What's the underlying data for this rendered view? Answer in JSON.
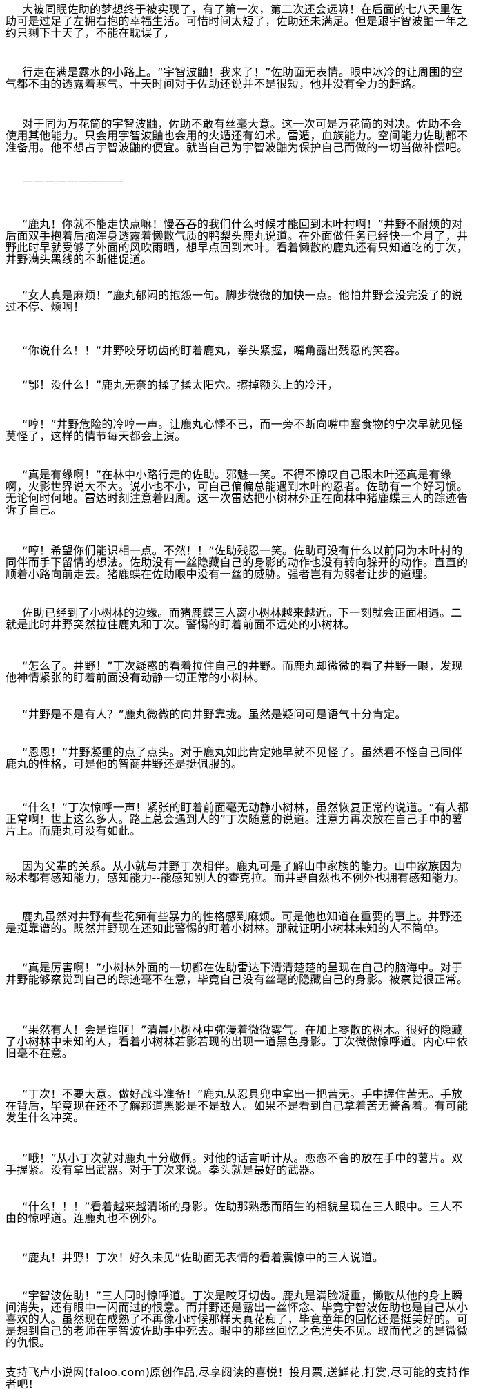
{
  "paragraphs": [
    "大被同眠佐助的梦想终于被实现了，有了第一次，第二次还会远嘛！在后面的七八天里佐助可是过足了左拥右抱的幸福生活。可惜时间太短了，佐助还未满足。但是跟宇智波鼬一年之约只剩下十天了，不能在耽误了，",
    "行走在满是露水的小路上。“宇智波鼬！我来了！”佐助面无表情。眼中冰冷的让周围的空气都不由的透露着寒气。十天时间对于佐助还说并不是很短，他并没有全力的赶路。",
    "对于同为万花筒的宇智波鼬，佐助不敢有丝毫大意。这一次可是万花筒的对决。佐助不会使用其他能力。只会用宇智波鼬也会用的火遁还有幻术。雷遁，血族能力。空间能力佐助都不准备用。他不想占宇智波鼬的便宜。就当自己为宇智波鼬为保护自己而做的一切当做补偿吧。",
    "—————————",
    "“鹿丸！你就不能走快点嘛！慢吞吞的我们什么时候才能回到木叶村啊！”井野不耐烦的对后面双手抱着后脑浑身透露着懒散气质的鸭梨头鹿丸说道。在外面做任务已经快一个月了，井野此时早就受够了外面的风吹雨晒，想早点回到木叶。看着懒散的鹿丸还有只知道吃的丁次，井野满头黑线的不断催促道。",
    "“女人真是麻烦！”鹿丸郁闷的抱怨一句。脚步微微的加快一点。他怕井野会没完没了的说过不停、烦啊！",
    "“你说什么！！”井野咬牙切齿的盯着鹿丸，拳头紧握，嘴角露出残忍的笑容。",
    "“鄂！没什么！”鹿丸无奈的揉了揉太阳穴。擦掉额头上的冷汗，",
    "“哼！”井野危险的冷哼一声。让鹿丸心悸不已，而一旁不断向嘴中塞食物的宁次早就见怪莫怪了，这样的情节每天都会上演。",
    "“真是有缘啊！”在林中小路行走的佐助。邪魅一笑。不得不惊叹自己跟木叶还真是有缘啊，火影世界说大不大。说小也不小，可自己偏偏总能遇到木叶的忍者。佐助有一个好习惯。无论何时何地。雷达时刻注意着四周。这一次雷达把小树林外正在向林中猪鹿蝶三人的踪迹告诉了自己。",
    "“哼！希望你们能识相一点。不然！！”佐助残忍一笑。佐助可没有什么以前同为木叶村的同伴而手下留情的想法。佐助没有一丝隐藏自己的身影的动作也没有转向躲开的动作。直直的顺着小路向前走去。猪鹿蝶在佐助眼中没有一丝的威胁。强者岂有为弱者让步的道理。",
    "佐助已经到了小树林的边缘。而猪鹿蝶三人离小树林越来越近。下一刻就会正面相遇。二就是此时井野突然拉住鹿丸和丁次。警惕的盯着前面不远处的小树林。",
    "“怎么了。井野！”丁次疑惑的看着拉住自己的井野。而鹿丸却微微的看了井野一眼，发现他神情紧张的盯着前面没有动静一切正常的小树林。",
    "“井野是不是有人？”鹿丸微微的向井野靠拢。虽然是疑问可是语气十分肯定。",
    "“恩恩！”井野凝重的点了点头。对于鹿丸如此肯定她早就不见怪了。虽然看不怪自己同伴鹿丸的性格，可是他的智商井野还是挺佩服的。",
    "“什么！”丁次惊呼一声！紧张的盯着前面毫无动静小树林，虽然恢复正常的说道。“有人都正常啊！世上这么多人。路上总会遇到人的”丁次随意的说道。注意力再次放在自己手中的薯片上。而鹿丸可没有如此。",
    "因为父辈的关系。从小就与井野丁次相伴。鹿丸可是了解山中家族的能力。山中家族因为秘术都有感知能力，感知能力--能感知别人的查克拉。而井野自然也不例外也拥有感知能力。",
    "鹿丸虽然对井野有些花痴有些暴力的性格感到麻烦。可是他也知道在重要的事上。井野还是挺靠谱的。既然井野现在还如此警惕的盯着小树林。那就证明小树林未知的人不简单。",
    "“真是厉害啊！”小树林外面的一切都在佐助雷达下清清楚楚的呈现在自己的脑海中。对于井野能够察觉到自己的踪迹毫不在意，毕竟自己没有丝毫的隐藏自己的身影。被察觉很正常。",
    "“果然有人！会是谁啊！”清晨小树林中弥漫着微微雾气。在加上零散的树木。很好的隐藏了小树林中未知的人，看着小树林若影若现的出现一道黑色身影。丁次微微惊呼道。内心中依旧毫不在意。",
    "“丁次！不要大意。做好战斗准备！”鹿丸从忍具兜中拿出一把苦无。手中握住苦无。手放在背后，毕竟现在还不了解那道黑影是不是敌人。如果不是看到自己拿着苦无警备着。有可能发生什么冲突。",
    "“哦！”从小丁次就对鹿丸十分敬佩。对他的话言听计从。恋恋不舍的放在手中的薯片。双手握紧。没有拿出武器。对于丁次来说。拳头就是最好的武器。",
    "“什么！！！”看着越来越清晰的身影。佐助那熟悉而陌生的相貌呈现在三人眼中。三人不由的惊呼道。连鹿丸也不例外。",
    "“鹿丸！井野！丁次！好久未见”佐助面无表情的看着震惊中的三人说道。",
    "“宇智波佐助！”三人同时惊呼道。丁次是咬牙切齿。鹿丸是满脸凝重，懒散从他的身上瞬间消失，还有眼中一闪而过的恨意。而井野还是露出一丝怀念、毕竟宇智波佐助也是自己从小喜欢的人。虽然现在成熟了不再像小时候那样天真花痴了，毕竟童年的回忆还是挺美好的。可是想到自己的老师在宇智波佐助手中死去。眼中的那丝回忆之色消失不见。取而代之的是微微的仇恨。",
    "支持飞卢小说网(faloo.com)原创作品,尽享阅读的喜悦！投月票,送鲜花,打赏,尽可能的支持作者吧！"
  ]
}
